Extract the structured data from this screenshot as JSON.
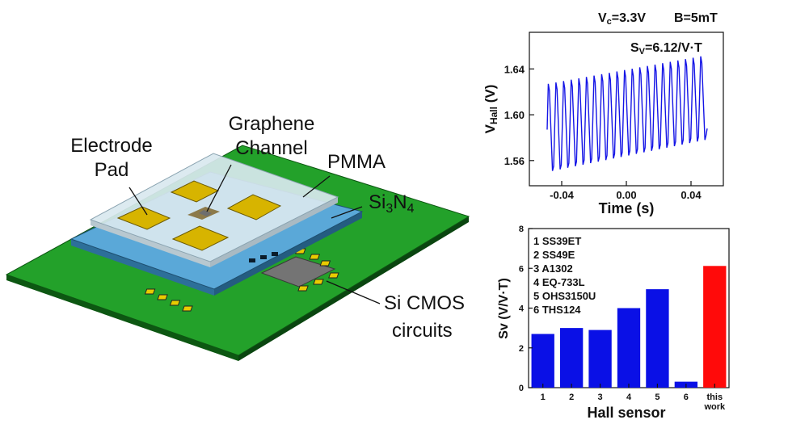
{
  "diagram": {
    "labels": {
      "electrode_line1": "Electrode",
      "electrode_line2": "Pad",
      "graphene_line1": "Graphene",
      "graphene_line2": "Channel",
      "pmma": "PMMA",
      "si3n4_main": "Si",
      "si3n4_sub1": "3",
      "si3n4_mid": "N",
      "si3n4_sub2": "4",
      "cmos_line1": "Si CMOS",
      "cmos_line2": "circuits"
    },
    "colors": {
      "pcb": "#23a12a",
      "si3n4": "#5aa8d8",
      "pmma": "#d9e8ef",
      "pad": "#d7b400",
      "chip": "#737373"
    }
  },
  "charts": [
    {
      "id": "hall-voltage-trace",
      "annotations": {
        "vc_main": "V",
        "vc_sub": "c",
        "vc_value": "=3.3V",
        "b_value": "B=5mT",
        "sv_main": "S",
        "sv_sub": "V",
        "sv_value": "=6.12/V·T"
      },
      "ylabel_main": "V",
      "ylabel_sub": "Hall",
      "ylabel_unit": " (V)",
      "xlabel": "Time (s)",
      "chart_data": {
        "type": "line",
        "xlim": [
          -0.06,
          0.06
        ],
        "ylim": [
          1.538,
          1.672
        ],
        "xticks": [
          -0.04,
          0.0,
          0.04
        ],
        "xtick_labels": [
          "-0.04",
          "0.00",
          "0.04"
        ],
        "yticks": [
          1.56,
          1.6,
          1.64
        ],
        "ytick_labels": [
          "1.56",
          "1.60",
          "1.64"
        ],
        "line_color": "#1414e6",
        "waveform": {
          "x_start": -0.049,
          "x_end": 0.05,
          "cycles": 21,
          "start_level": 1.587,
          "peak_start": 1.627,
          "peak_end": 1.651,
          "trough_start": 1.551,
          "trough_end": 1.578,
          "end_level": 1.588
        }
      }
    },
    {
      "id": "sensitivity-comparison",
      "ylabel_main": "Sv",
      "ylabel_unit": " (V/V·T)",
      "xlabel": "Hall sensor",
      "legend": [
        "1 SS39ET",
        "2 SS49E",
        "3 A1302",
        "4 EQ-733L",
        "5 OHS3150U",
        "6 THS124"
      ],
      "chart_data": {
        "type": "bar",
        "categories": [
          "1",
          "2",
          "3",
          "4",
          "5",
          "6",
          "this work"
        ],
        "category_lines": [
          [
            "1"
          ],
          [
            "2"
          ],
          [
            "3"
          ],
          [
            "4"
          ],
          [
            "5"
          ],
          [
            "6"
          ],
          [
            "this",
            "work"
          ]
        ],
        "values": [
          2.7,
          3.0,
          2.9,
          4.0,
          4.95,
          0.3,
          6.12
        ],
        "colors": [
          "#0a10e6",
          "#0a10e6",
          "#0a10e6",
          "#0a10e6",
          "#0a10e6",
          "#0a10e6",
          "#ff0a0a"
        ],
        "ylim": [
          0,
          8
        ],
        "yticks": [
          0,
          2,
          4,
          6,
          8
        ]
      }
    }
  ]
}
